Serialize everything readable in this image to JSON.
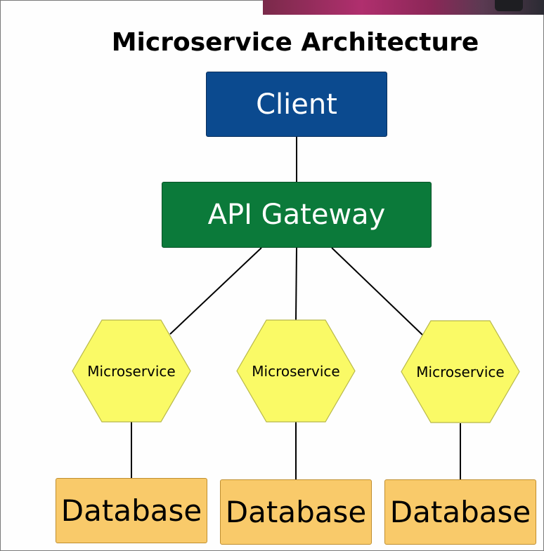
{
  "diagram": {
    "title": "Microservice Architecture",
    "client": {
      "label": "Client",
      "color": "#0b4a8f"
    },
    "gateway": {
      "label": "API Gateway",
      "color": "#0b7a3a"
    },
    "microservices": [
      {
        "label": "Microservice",
        "color": "#fafa66"
      },
      {
        "label": "Microservice",
        "color": "#fafa66"
      },
      {
        "label": "Microservice",
        "color": "#fafa66"
      }
    ],
    "databases": [
      {
        "label": "Database",
        "color": "#f9ca6a"
      },
      {
        "label": "Database",
        "color": "#f9ca6a"
      },
      {
        "label": "Database",
        "color": "#f9ca6a"
      }
    ],
    "edges": [
      [
        "Client",
        "API Gateway"
      ],
      [
        "API Gateway",
        "Microservice 1"
      ],
      [
        "API Gateway",
        "Microservice 2"
      ],
      [
        "API Gateway",
        "Microservice 3"
      ],
      [
        "Microservice 1",
        "Database 1"
      ],
      [
        "Microservice 2",
        "Database 2"
      ],
      [
        "Microservice 3",
        "Database 3"
      ]
    ]
  }
}
